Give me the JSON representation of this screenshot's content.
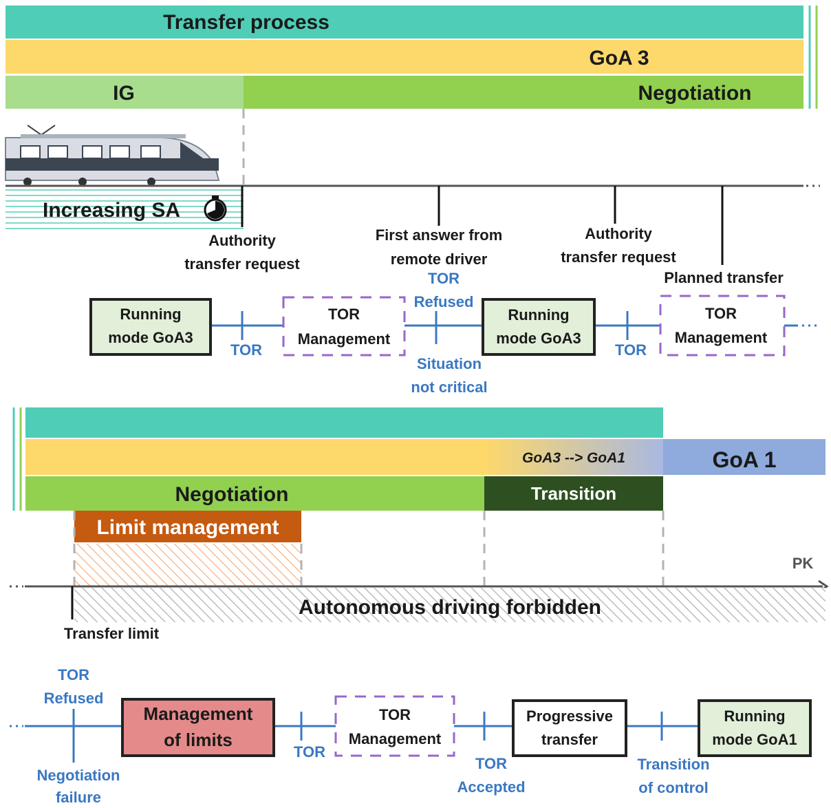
{
  "top": {
    "bands": {
      "transfer_process": "Transfer process",
      "goa3": "GoA 3",
      "ig": "IG",
      "negotiation": "Negotiation"
    },
    "increasing_sa": "Increasing SA",
    "events": {
      "authority_request_1": [
        "Authority",
        "transfer request"
      ],
      "first_answer": [
        "First answer from",
        "remote driver"
      ],
      "authority_request_2": [
        "Authority",
        "transfer request"
      ],
      "planned_transfer": "Planned transfer"
    },
    "flow": {
      "running_goa3_1": [
        "Running",
        "mode GoA3"
      ],
      "tor_1": "TOR",
      "tor_management_1": [
        "TOR",
        "Management"
      ],
      "tor_refused": [
        "TOR",
        "Refused"
      ],
      "situation_not_critical": [
        "Situation",
        "not critical"
      ],
      "running_goa3_2": [
        "Running",
        "mode GoA3"
      ],
      "tor_2": "TOR",
      "tor_management_2": [
        "TOR",
        "Management"
      ]
    }
  },
  "bottom": {
    "bands": {
      "goa3_to_goa1": "GoA3 --> GoA1",
      "goa1": "GoA 1",
      "negotiation": "Negotiation",
      "transition": "Transition",
      "limit_management": "Limit management"
    },
    "pk": "PK",
    "autonomous_forbidden": "Autonomous driving forbidden",
    "transfer_limit": "Transfer limit",
    "flow": {
      "tor_refused": [
        "TOR",
        "Refused"
      ],
      "negotiation_failure": [
        "Negotiation",
        "failure"
      ],
      "management_of_limits": [
        "Management",
        "of limits"
      ],
      "tor_1": "TOR",
      "tor_management": [
        "TOR",
        "Management"
      ],
      "tor_accepted": [
        "TOR",
        "Accepted"
      ],
      "progressive_transfer": [
        "Progressive",
        "transfer"
      ],
      "transition_of_control": [
        "Transition",
        "of control"
      ],
      "running_goa1": [
        "Running",
        "mode GoA1"
      ]
    }
  },
  "colors": {
    "teal": "#4fcdb6",
    "yellow": "#fdd86b",
    "green": "#92d050",
    "light_green": "#a8dd8e",
    "dark_green": "#2e5020",
    "orange": "#c55a11",
    "blue_band": "#8faadc",
    "box_green": "#e2efd9",
    "box_red": "#e58a8a",
    "tor_blue": "#3a78c2",
    "dashed_purple": "#9966cc"
  },
  "icons": [
    "train-icon",
    "stopwatch-icon"
  ]
}
